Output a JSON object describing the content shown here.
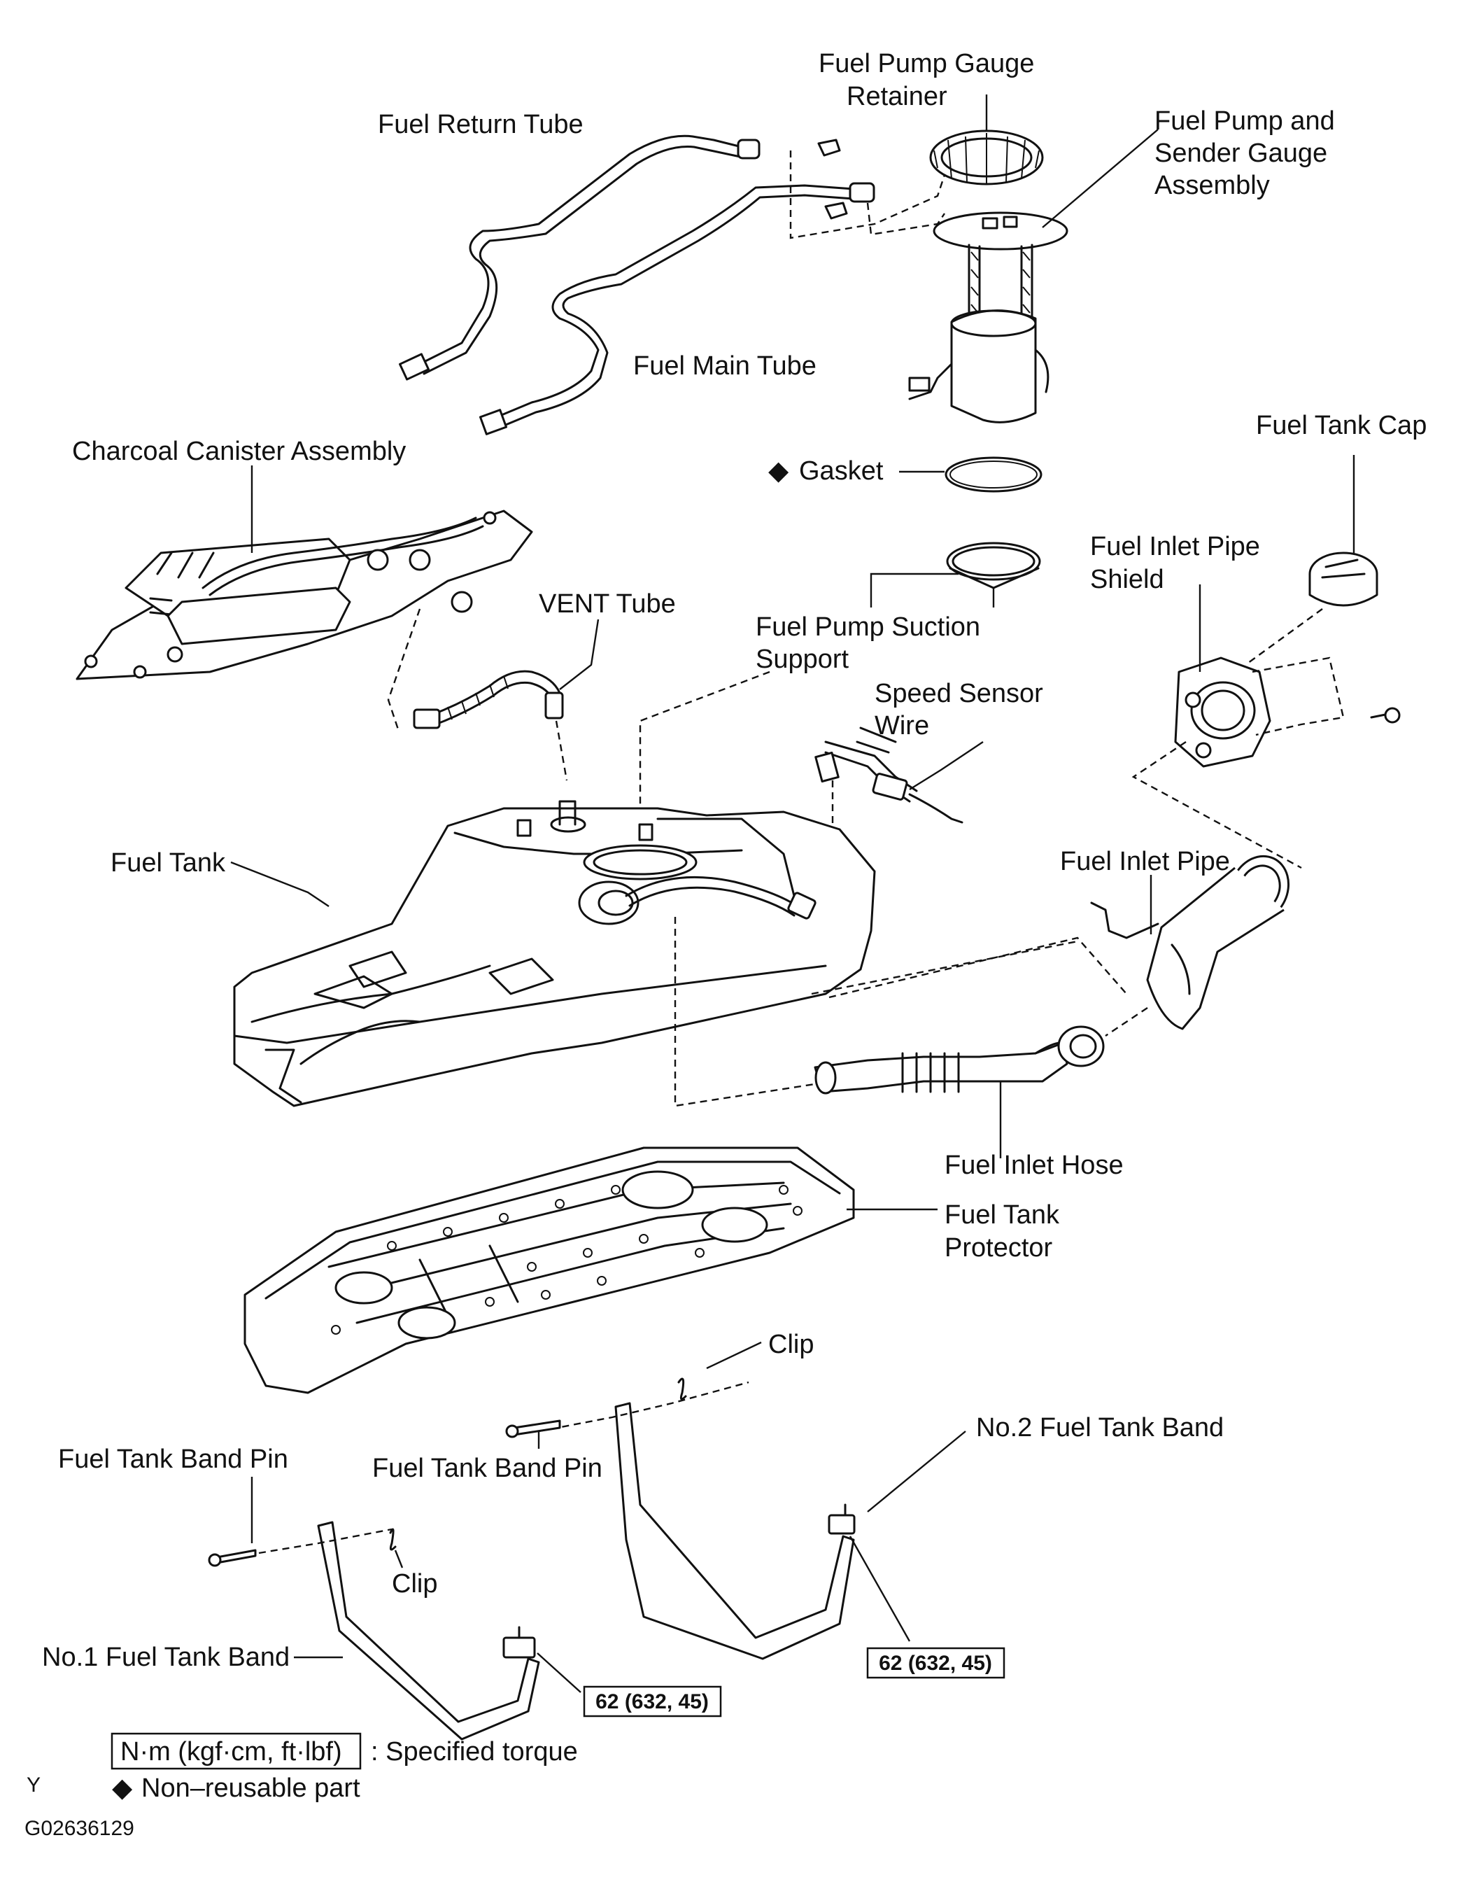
{
  "labels": {
    "fuel_pump_gauge_retainer_1": "Fuel Pump Gauge",
    "fuel_pump_gauge_retainer_2": "Retainer",
    "fuel_return_tube": "Fuel Return Tube",
    "fuel_pump_assembly_1": "Fuel Pump and",
    "fuel_pump_assembly_2": "Sender Gauge",
    "fuel_pump_assembly_3": "Assembly",
    "fuel_main_tube": "Fuel Main Tube",
    "fuel_tank_cap": "Fuel Tank Cap",
    "charcoal_canister_assembly": "Charcoal Canister Assembly",
    "gasket": "Gasket",
    "fuel_inlet_pipe_shield_1": "Fuel  Inlet  Pipe",
    "fuel_inlet_pipe_shield_2": "Shield",
    "vent_tube": "VENT Tube",
    "fuel_pump_suction_support_1": "Fuel Pump Suction",
    "fuel_pump_suction_support_2": "Support",
    "speed_sensor_wire_1": "Speed  Sensor",
    "speed_sensor_wire_2": "Wire",
    "fuel_tank": "Fuel Tank",
    "fuel_inlet_pipe": "Fuel Inlet Pipe",
    "fuel_inlet_hose": "Fuel Inlet Hose",
    "fuel_tank_protector_1": "Fuel Tank",
    "fuel_tank_protector_2": "Protector",
    "clip_upper": "Clip",
    "no2_fuel_tank_band": "No.2 Fuel Tank Band",
    "fuel_tank_band_pin_left": "Fuel Tank Band Pin",
    "fuel_tank_band_pin_center": "Fuel Tank Band Pin",
    "clip_lower": "Clip",
    "no1_fuel_tank_band": "No.1 Fuel Tank Band"
  },
  "torque": {
    "no1_band": "62 (632, 45)",
    "no2_band": "62 (632, 45)"
  },
  "legend": {
    "torque_units": "N·m (kgf·cm, ft·lbf)",
    "torque_text": ": Specified torque",
    "non_reusable_symbol": "◆",
    "non_reusable_text": "Non–reusable part"
  },
  "gasket_symbol": "◆",
  "footer": {
    "corner_letter": "Y",
    "figure_id": "G02636129"
  }
}
